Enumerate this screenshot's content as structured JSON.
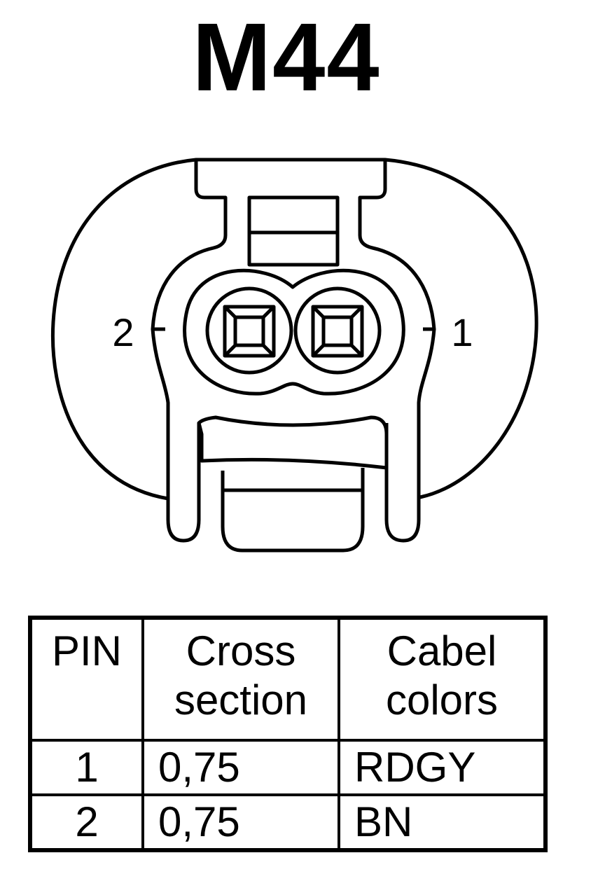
{
  "title": "M44",
  "pin_labels": {
    "left": "2",
    "right": "1"
  },
  "table": {
    "headers": [
      {
        "line1": "PIN",
        "line2": ""
      },
      {
        "line1": "Cross",
        "line2": "section"
      },
      {
        "line1": "Cabel",
        "line2": "colors"
      }
    ],
    "rows": [
      {
        "pin": "1",
        "cross_section": "0,75",
        "color": "RDGY"
      },
      {
        "pin": "2",
        "cross_section": "0,75",
        "color": "BN"
      }
    ]
  }
}
